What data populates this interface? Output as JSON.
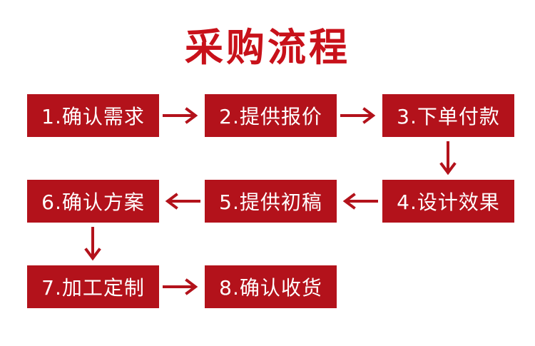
{
  "title": "采购流程",
  "colors": {
    "title": "#c8111a",
    "box": "#b3121b",
    "arrow": "#b3121b",
    "text": "#ffffff"
  },
  "steps": [
    {
      "label": "1.确认需求"
    },
    {
      "label": "2.提供报价"
    },
    {
      "label": "3.下单付款"
    },
    {
      "label": "4.设计效果"
    },
    {
      "label": "5.提供初稿"
    },
    {
      "label": "6.确认方案"
    },
    {
      "label": "7.加工定制"
    },
    {
      "label": "8.确认收货"
    }
  ],
  "flow": [
    {
      "from": 1,
      "to": 2,
      "direction": "right"
    },
    {
      "from": 2,
      "to": 3,
      "direction": "right"
    },
    {
      "from": 3,
      "to": 4,
      "direction": "down"
    },
    {
      "from": 4,
      "to": 5,
      "direction": "left"
    },
    {
      "from": 5,
      "to": 6,
      "direction": "left"
    },
    {
      "from": 6,
      "to": 7,
      "direction": "down"
    },
    {
      "from": 7,
      "to": 8,
      "direction": "right"
    }
  ]
}
